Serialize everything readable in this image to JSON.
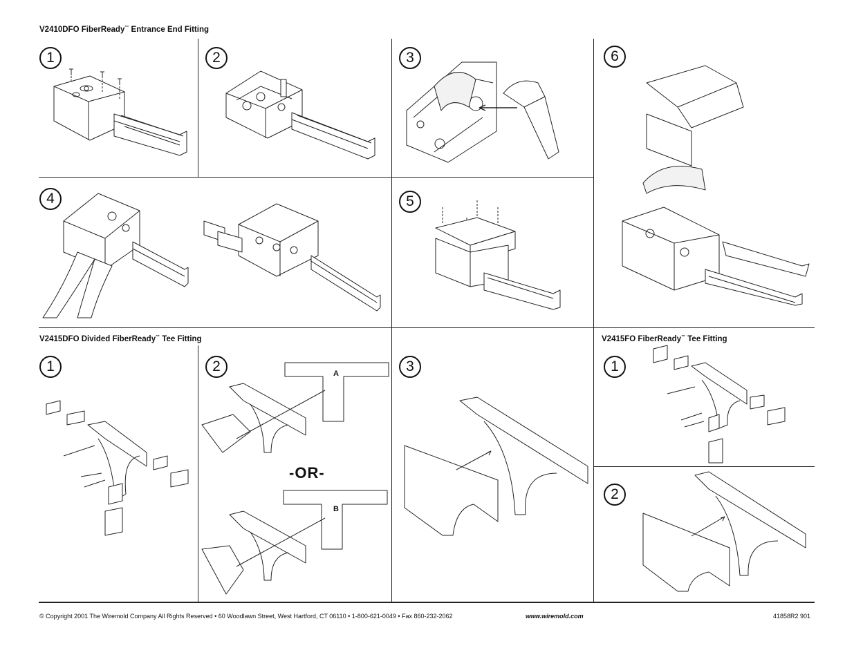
{
  "sections": {
    "entrance_title": "V2410DFO FiberReady",
    "divided_tee_title": "V2415DFO Divided FiberReady",
    "tee_title": "V2415FO FiberReady",
    "tm": "™",
    "entrance_suffix": " Entrance End Fitting",
    "divided_tee_suffix": " Tee Fitting",
    "tee_suffix": " Tee Fitting"
  },
  "steps": {
    "entrance": [
      "1",
      "2",
      "3",
      "4",
      "5",
      "6"
    ],
    "divided_tee": [
      "1",
      "2",
      "3"
    ],
    "tee": [
      "1",
      "2"
    ]
  },
  "labels": {
    "or": "-OR-",
    "a": "A",
    "b": "B"
  },
  "footer": {
    "copyright": "© Copyright 2001   The Wiremold Company   All Rights Reserved   •   60 Woodlawn Street, West Hartford, CT 06110  •  1-800-621-0049  •  Fax 860-232-2062",
    "website": "www.wiremold.com",
    "doc_number": "41858R2  901"
  }
}
